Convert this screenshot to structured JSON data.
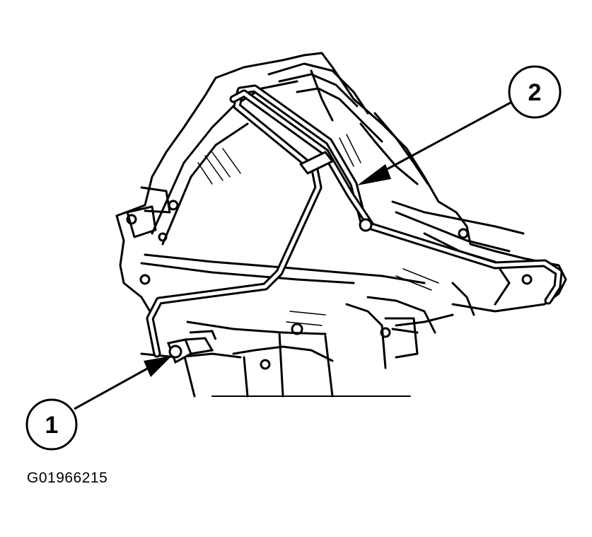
{
  "figure_id": "G01966215",
  "callouts": [
    {
      "number": "1"
    },
    {
      "number": "2"
    }
  ],
  "colors": {
    "line": "#000000",
    "background": "#ffffff"
  }
}
